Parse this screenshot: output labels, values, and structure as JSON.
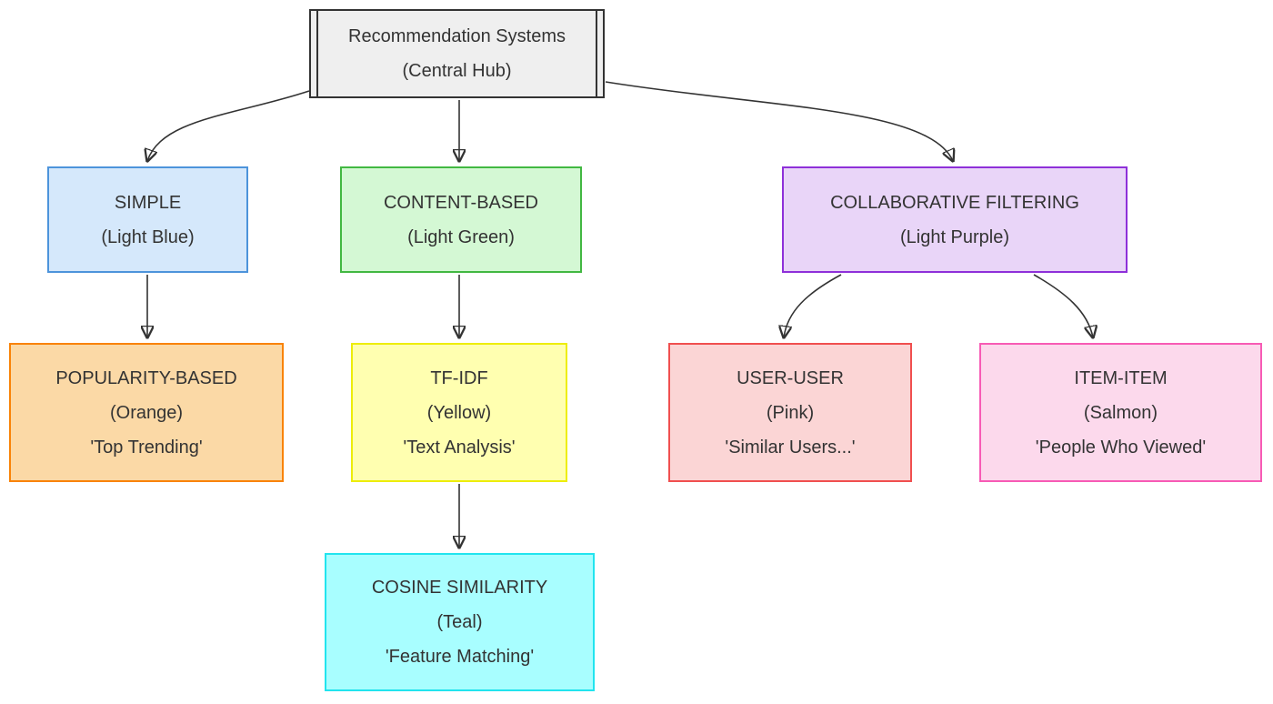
{
  "diagram": {
    "type": "flowchart",
    "background": "#ffffff",
    "edge_color": "#333333",
    "text_color": "#333333"
  },
  "nodes": {
    "hub": {
      "line1": "Recommendation Systems",
      "line2": "(Central Hub)",
      "shape": "subroutine",
      "fill": "#efefef",
      "border": "#333333"
    },
    "simple": {
      "line1": "SIMPLE",
      "line2": "(Light Blue)",
      "fill": "#d5e8fb",
      "border": "#4d94db"
    },
    "content": {
      "line1": "CONTENT-BASED",
      "line2": "(Light Green)",
      "fill": "#d4f8d4",
      "border": "#42b842"
    },
    "collab": {
      "line1": "COLLABORATIVE FILTERING",
      "line2": "(Light Purple)",
      "fill": "#e9d5f8",
      "border": "#8e30d9"
    },
    "popularity": {
      "line1": "POPULARITY-BASED",
      "line2": "(Orange)",
      "line3": "'Top Trending'",
      "fill": "#fbd9a6",
      "border": "#f98307"
    },
    "tfidf": {
      "line1": "TF-IDF",
      "line2": "(Yellow)",
      "line3": "'Text Analysis'",
      "fill": "#ffffb0",
      "border": "#eded0a"
    },
    "useruser": {
      "line1": "USER-USER",
      "line2": "(Pink)",
      "line3": "'Similar Users...'",
      "fill": "#fbd5d5",
      "border": "#f04f4f"
    },
    "itemitem": {
      "line1": "ITEM-ITEM",
      "line2": "(Salmon)",
      "line3": "'People Who Viewed'",
      "fill": "#fcd9ec",
      "border": "#f75bb5"
    },
    "cosine": {
      "line1": "COSINE SIMILARITY",
      "line2": "(Teal)",
      "line3": "'Feature Matching'",
      "fill": "#a8feff",
      "border": "#22e4ee"
    }
  },
  "edges": [
    {
      "from": "hub",
      "to": "simple"
    },
    {
      "from": "hub",
      "to": "content"
    },
    {
      "from": "hub",
      "to": "collab"
    },
    {
      "from": "simple",
      "to": "popularity"
    },
    {
      "from": "content",
      "to": "tfidf"
    },
    {
      "from": "tfidf",
      "to": "cosine"
    },
    {
      "from": "collab",
      "to": "useruser"
    },
    {
      "from": "collab",
      "to": "itemitem"
    }
  ]
}
